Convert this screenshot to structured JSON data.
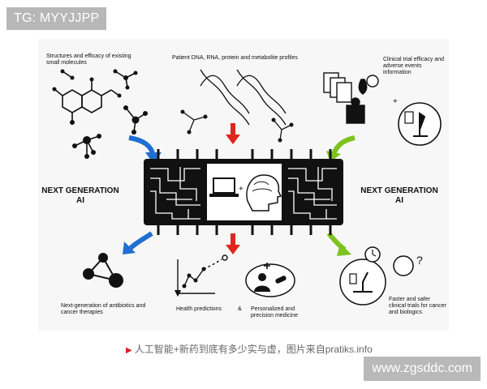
{
  "tag": "TG: MYYJJPP",
  "labels": {
    "small_molecules": "Structures and efficacy of existing small molecules",
    "patient_profiles": "Patient DNA, RNA, protein and metabolite profiles",
    "clinical_trial": "Clinical trial efficacy and adverse events information",
    "next_gen_left_line1": "NEXT GENERATION",
    "next_gen_left_line2": "AI",
    "next_gen_right_line1": "NEXT GENERATION",
    "next_gen_right_line2": "AI",
    "antibiotics": "Next-generation of antibiotics and cancer therapies",
    "health_predictions": "Health predictions",
    "ampersand": "&",
    "personalized": "Personalized and precision medicine",
    "faster_trials": "Faster and safer clinical trials for cancer and biologics"
  },
  "caption": "人工智能+新药到底有多少实与虚，图片来自pratiks.info",
  "watermark": "www.zgsddc.com",
  "colors": {
    "blue_arrow": "#1e6fd1",
    "red_arrow": "#e0251b",
    "green_arrow": "#7dc21e"
  }
}
